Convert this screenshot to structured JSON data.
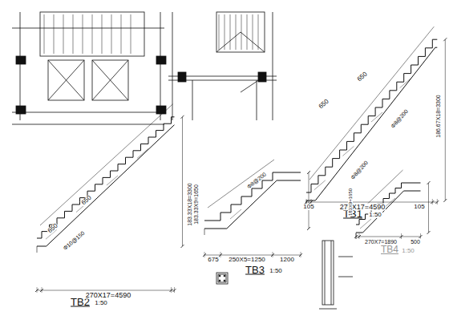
{
  "diagram": {
    "labels": [
      "TB1",
      "1:50",
      "650",
      "650",
      "270X17=4590",
      "105",
      "105",
      "186.67X18=3300",
      "TB2",
      "1:50",
      "650",
      "650",
      "270X17=4590",
      "183.33X18=3300",
      "TB3",
      "1:50",
      "675",
      "250X5=1250",
      "1200",
      "183.33X9=1650",
      "TB4",
      "1:50",
      "270X7=1890",
      "500",
      "183X9=1650",
      "Φ8@200",
      "Φ8@200",
      "Φ10@150",
      "Φ8@200"
    ]
  }
}
